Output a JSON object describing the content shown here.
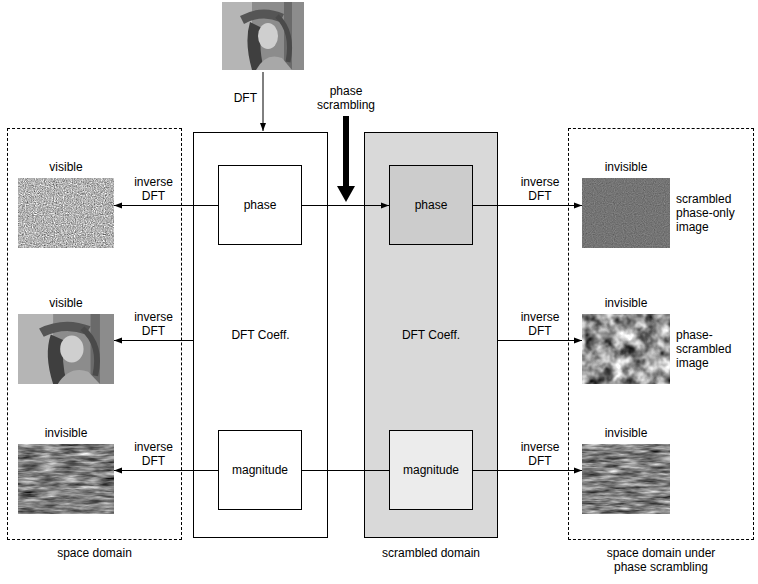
{
  "diagram": {
    "nodes": [
      {
        "text": [
          "space domain"
        ]
      },
      {
        "text": [
          "visible"
        ],
        "in": 0
      },
      {
        "text": [
          "visible"
        ],
        "in": 0
      },
      {
        "text": [
          "invisible"
        ],
        "in": 0
      },
      {
        "text": [
          "DFT Coeff."
        ]
      },
      {
        "text": [
          "phase"
        ],
        "in": 4
      },
      {
        "text": [
          "magnitude"
        ],
        "in": 4
      },
      {
        "text": [
          "DFT Coeff.",
          "scrambled domain"
        ]
      },
      {
        "text": [
          "phase"
        ],
        "in": 7
      },
      {
        "text": [
          "magnitude"
        ],
        "in": 7
      },
      {
        "text": [
          "space domain under phase scrambling"
        ]
      },
      {
        "text": [
          "invisible",
          "scrambled phase-only image"
        ],
        "in": 10
      },
      {
        "text": [
          "invisible",
          "phase-scrambled image"
        ],
        "in": 10
      },
      {
        "text": [
          "invisible"
        ],
        "in": 10
      }
    ],
    "edges": [
      {
        "from": 5,
        "to": 1,
        "arrow": "to",
        "label": "inverse DFT"
      },
      {
        "from": 4,
        "to": 2,
        "arrow": "to",
        "label": "inverse DFT"
      },
      {
        "from": 6,
        "to": 3,
        "arrow": "to",
        "label": "inverse DFT"
      },
      {
        "from": 5,
        "to": 8,
        "arrow": "to"
      },
      {
        "from": 6,
        "to": 9,
        "arrow": "none"
      },
      {
        "from": 8,
        "to": 11,
        "arrow": "to",
        "label": "inverse DFT"
      },
      {
        "from": 7,
        "to": 12,
        "arrow": "to",
        "label": "inverse DFT"
      },
      {
        "from": 9,
        "to": 13,
        "arrow": "to",
        "label": "inverse DFT"
      }
    ],
    "labels": [
      "DFT",
      "phase scrambling"
    ]
  }
}
